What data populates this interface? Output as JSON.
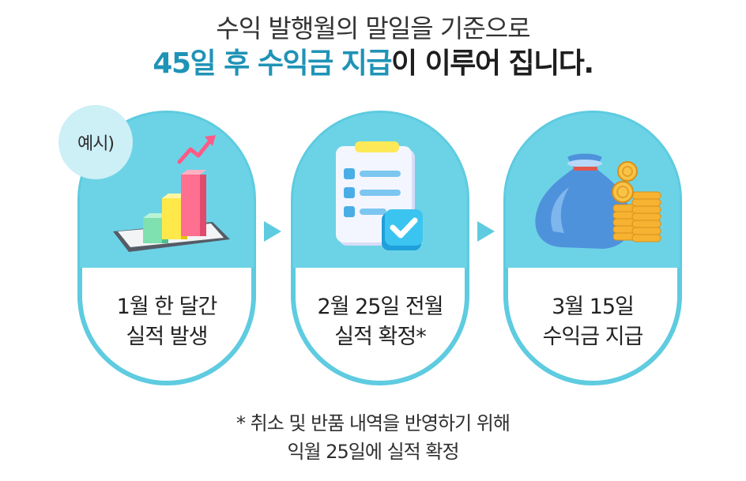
{
  "heading": {
    "line1": "수익 발행월의 말일을 기준으로",
    "line2_highlight": "45일 후 수익금 지급",
    "line2_rest": "이 이루어 집니다."
  },
  "badge": "예시)",
  "steps": [
    {
      "line1": "1월 한 달간",
      "line2": "실적 발생",
      "icon": "bar-chart-icon"
    },
    {
      "line1": "2월 25일 전월",
      "line2": "실적 확정*",
      "icon": "checklist-clipboard-icon"
    },
    {
      "line1": "3월 15일",
      "line2": "수익금 지급",
      "icon": "money-bag-coins-icon"
    }
  ],
  "footnote": {
    "line1": "* 취소 및 반품 내역을 반영하기 위해",
    "line2": "익월 25일에 실적 확정"
  },
  "colors": {
    "accent": "#1f93b6",
    "card": "#6cd3e6",
    "card_border": "#5ecbe0",
    "badge": "#cdeff6"
  }
}
